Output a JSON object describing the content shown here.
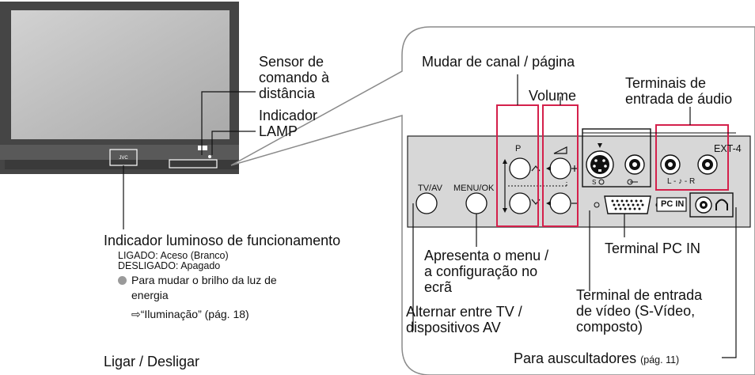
{
  "tv": {
    "brand": "JVC"
  },
  "labels": {
    "sensor": [
      "Sensor de",
      "comando à",
      "distância"
    ],
    "lamp": [
      "Indicador",
      "LAMP"
    ],
    "power_indicator": "Indicador luminoso de funcionamento",
    "on_state": "LIGADO: Aceso (Branco)",
    "off_state": "DESLIGADO: Apagado",
    "brightness_note": [
      "Para mudar o brilho da luz de",
      "energia"
    ],
    "brightness_ref": "⇨“Iluminação” (pág. 18)",
    "power_onoff": "Ligar / Desligar",
    "channel": "Mudar de canal / página",
    "volume": "Volume",
    "audio_terminals": [
      "Terminais de",
      "entrada de áudio"
    ],
    "menu": [
      "Apresenta o menu /",
      "a configuração no",
      "ecrã"
    ],
    "pc_in": "Terminal PC IN",
    "video_terminal": [
      "Terminal de entrada",
      "de vídeo (S-Vídeo,",
      "composto)"
    ],
    "tv_av": [
      "Alternar entre TV /",
      "dispositivos AV"
    ],
    "headphones": "Para auscultadores",
    "headphones_ref": "(pág. 11)"
  },
  "panel": {
    "ext": "EXT-4",
    "btn_tvav": "TV/AV",
    "btn_menu": "MENU/OK",
    "btn_p": "P",
    "pcin_box": "PC IN",
    "audio_lr": "L - ♪ - R"
  }
}
